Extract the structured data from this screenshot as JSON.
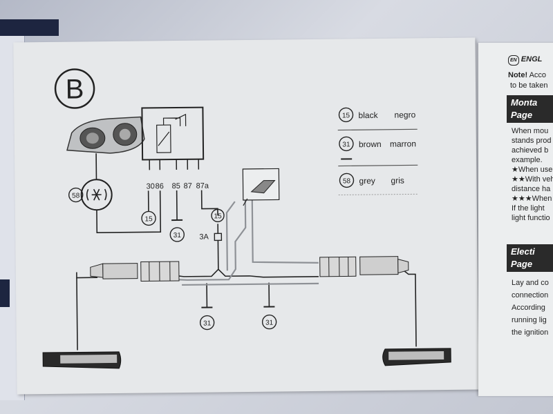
{
  "panel_label": "B",
  "relay_pins": [
    "30",
    "86",
    "85",
    "87",
    "87a"
  ],
  "fuse_label": "3A",
  "ground_code": "31",
  "switch_code": "15",
  "lamp_code": "58",
  "legend": [
    {
      "code": "15",
      "en": "black",
      "es": "negro"
    },
    {
      "code": "31",
      "en": "brown",
      "es": "marron"
    },
    {
      "code": "58",
      "en": "grey",
      "es": "gris"
    }
  ],
  "right_page": {
    "lang_badge": "EN",
    "lang_heading": "ENGL",
    "note_label": "Note!",
    "note_line1": "Acco",
    "note_line2": "to be taken",
    "section1_line1": "Monta",
    "section1_line2": "Page",
    "para1": [
      "When mou",
      "stands prod",
      "achieved b",
      "example.",
      "★When use",
      "★★With veh",
      "distance ha",
      "★★★When u",
      "If the light",
      "light functio"
    ],
    "section2_line1": "Electi",
    "section2_line2": "Page",
    "para2": [
      "Lay and co",
      "connection",
      "According",
      "running lig",
      "the ignition"
    ]
  }
}
